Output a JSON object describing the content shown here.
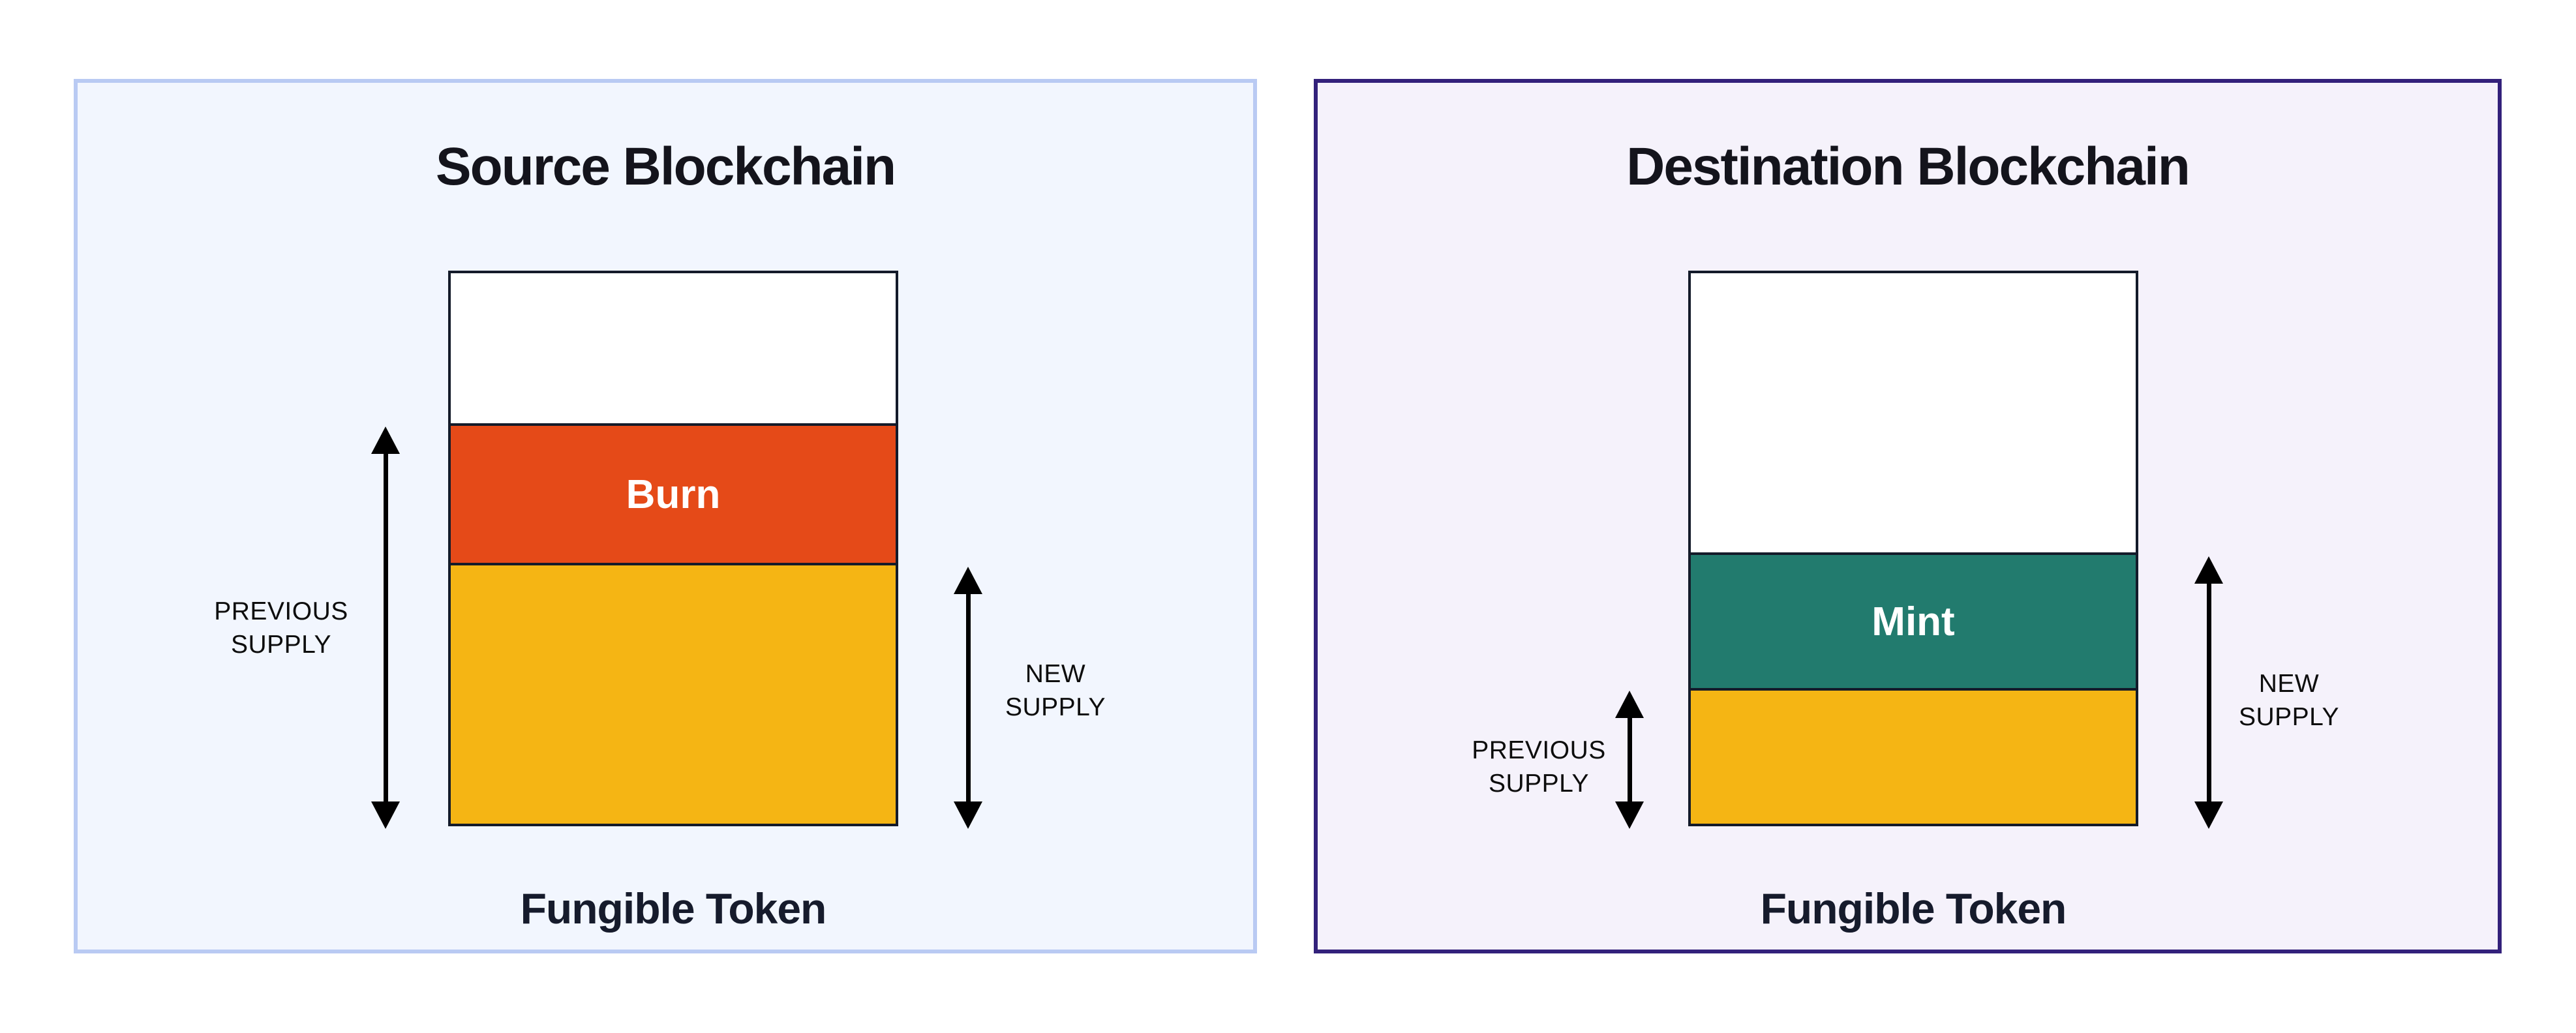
{
  "diagram": {
    "panels": [
      {
        "id": "source",
        "title": "Source Blockchain",
        "token_caption": "Fungible Token",
        "action_segment_label": "Burn",
        "labels": {
          "previous_supply": [
            "PREVIOUS",
            "SUPPLY"
          ],
          "new_supply": [
            "NEW",
            "SUPPLY"
          ]
        },
        "colors": {
          "panel_background": "#F2F6FE",
          "panel_border": "#B9CAF3",
          "empty_segment": "#FFFFFF",
          "action_segment": "#E54A18",
          "supply_segment": "#F5B514"
        }
      },
      {
        "id": "destination",
        "title": "Destination Blockchain",
        "token_caption": "Fungible Token",
        "action_segment_label": "Mint",
        "labels": {
          "previous_supply": [
            "PREVIOUS",
            "SUPPLY"
          ],
          "new_supply": [
            "NEW",
            "SUPPLY"
          ]
        },
        "colors": {
          "panel_background": "#F5F2FB",
          "panel_border": "#33217B",
          "empty_segment": "#FFFFFF",
          "action_segment": "#227B6E",
          "supply_segment": "#F5B514"
        }
      }
    ],
    "bar_outline_color": "#141B2A",
    "arrow_color": "#000000",
    "title_color": "#14141C"
  }
}
